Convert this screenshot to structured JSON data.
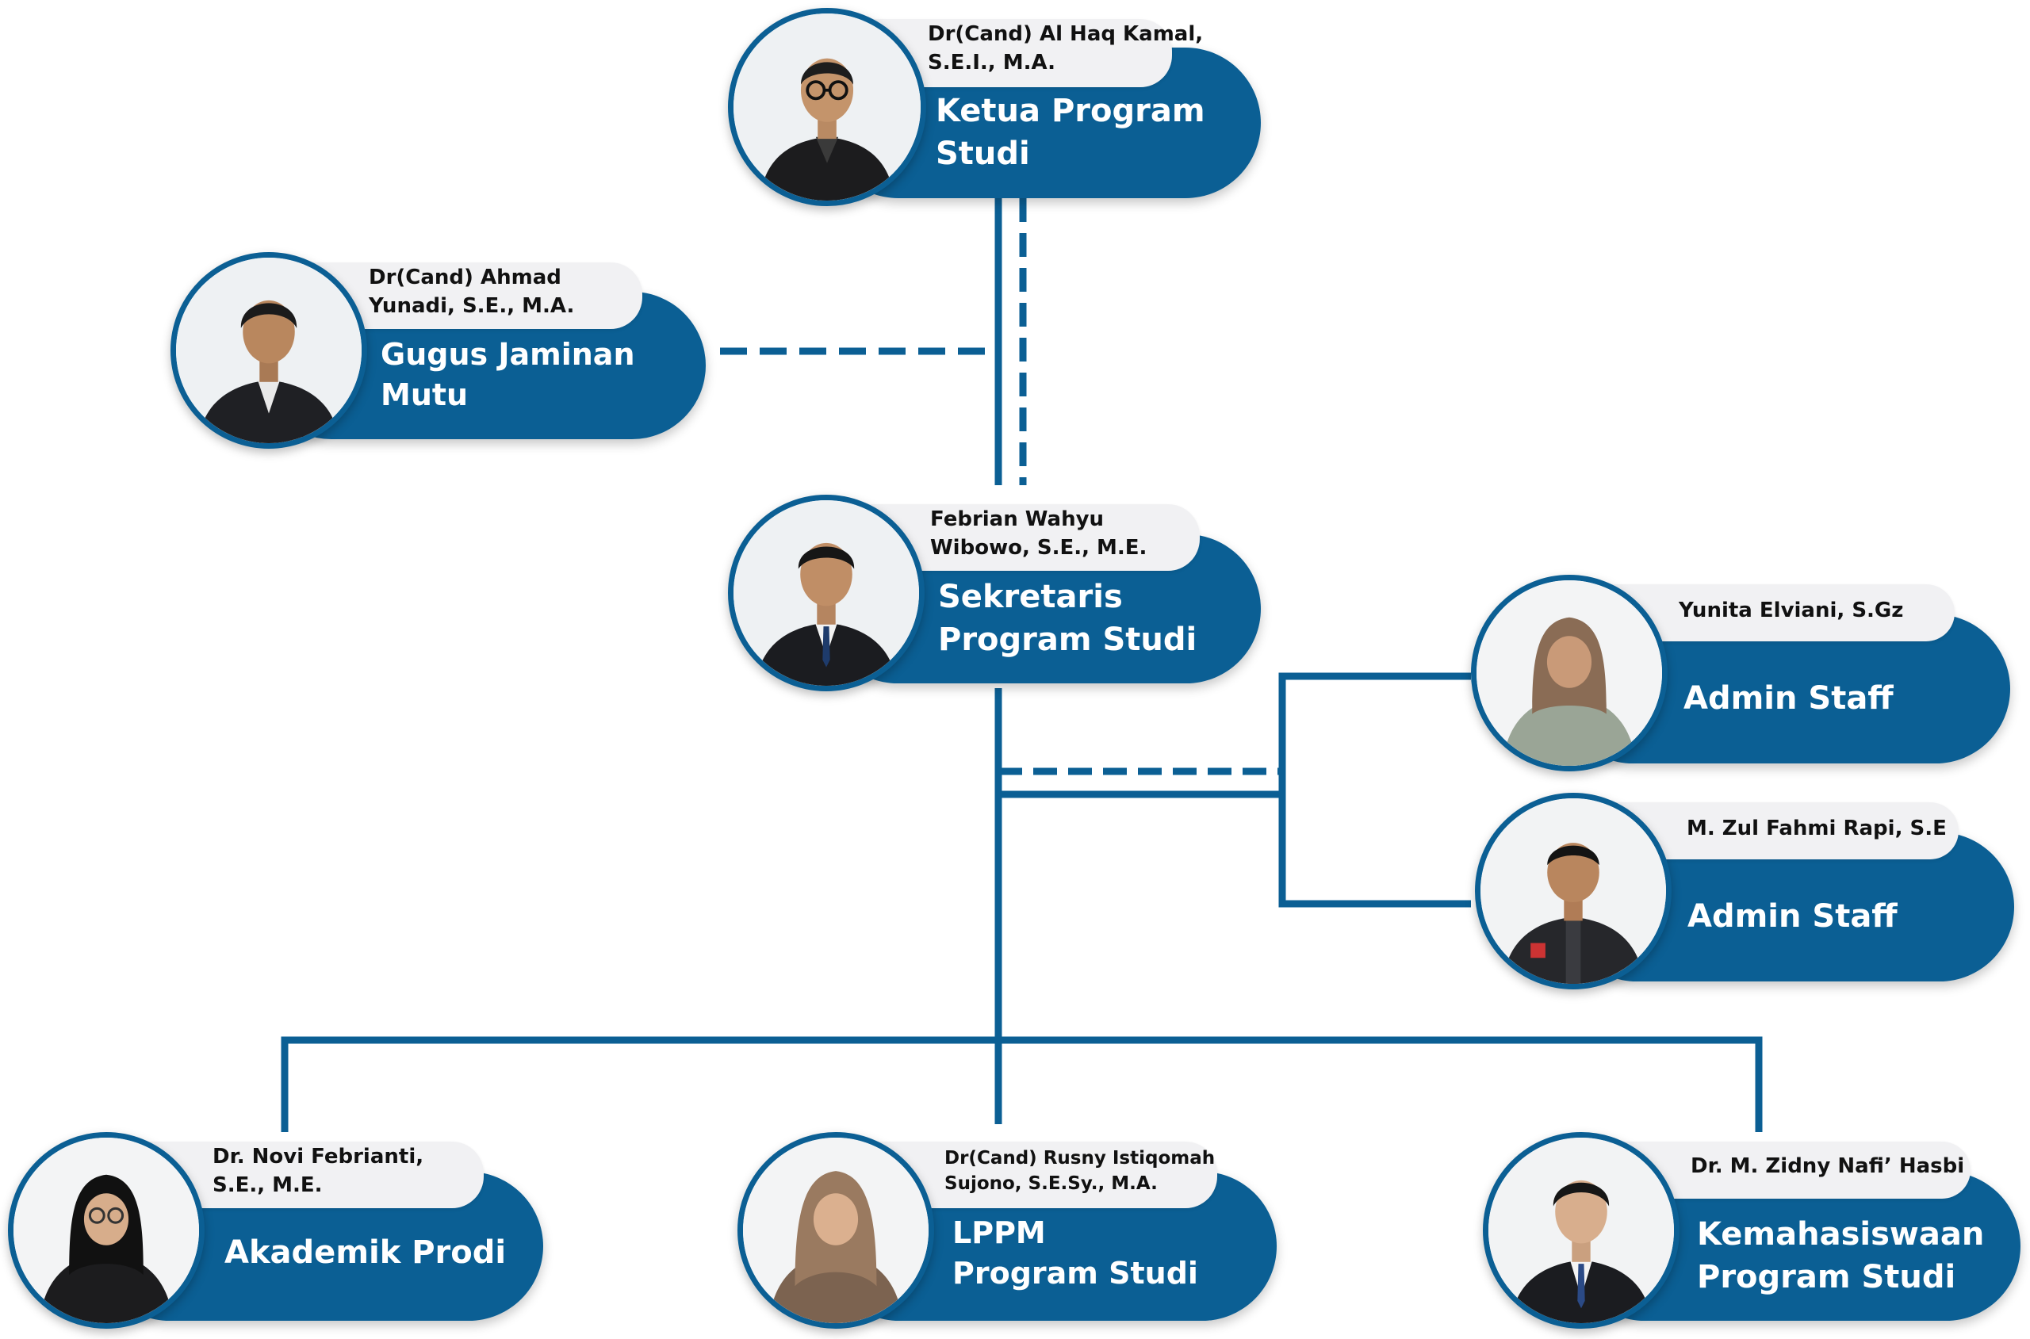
{
  "theme": {
    "primary": "#0b5f94",
    "name_tab": "#f1f1f3"
  },
  "members": [
    {
      "id": "kaprodi",
      "name_lines": [
        "Dr(Cand) Al Haq Kamal,",
        "S.E.I., M.A."
      ],
      "role_lines": [
        "Ketua Program",
        "Studi"
      ],
      "photo": "man-glasses-suit-icon"
    },
    {
      "id": "gjm",
      "name_lines": [
        "Dr(Cand) Ahmad",
        "Yunadi, S.E., M.A."
      ],
      "role_lines": [
        "Gugus Jaminan",
        "Mutu"
      ],
      "photo": "man-suit-icon"
    },
    {
      "id": "sekprodi",
      "name_lines": [
        "Febrian Wahyu",
        "Wibowo, S.E., M.E."
      ],
      "role_lines": [
        "Sekretaris",
        "Program Studi"
      ],
      "photo": "man-suit-icon"
    },
    {
      "id": "admin1",
      "name_lines": [
        "Yunita Elviani, S.Gz"
      ],
      "role_lines": [
        "Admin Staff"
      ],
      "photo": "woman-hijab-icon"
    },
    {
      "id": "admin2",
      "name_lines": [
        "M. Zul Fahmi Rapi, S.E"
      ],
      "role_lines": [
        "Admin Staff"
      ],
      "photo": "man-uniform-icon"
    },
    {
      "id": "akademik",
      "name_lines": [
        "Dr. Novi Febrianti,",
        "S.E., M.E."
      ],
      "role_lines": [
        "Akademik Prodi"
      ],
      "photo": "woman-hijab-glasses-icon"
    },
    {
      "id": "lppm",
      "name_lines": [
        "Dr(Cand) Rusny Istiqomah",
        "Sujono, S.E.Sy., M.A."
      ],
      "role_lines": [
        "LPPM",
        "Program Studi"
      ],
      "photo": "woman-hijab-icon"
    },
    {
      "id": "kemahasiswaan",
      "name_lines": [
        "Dr. M. Zidny Nafi’ Hasbi"
      ],
      "role_lines": [
        "Kemahasiswaan",
        "Program Studi"
      ],
      "photo": "man-suit-icon"
    }
  ]
}
